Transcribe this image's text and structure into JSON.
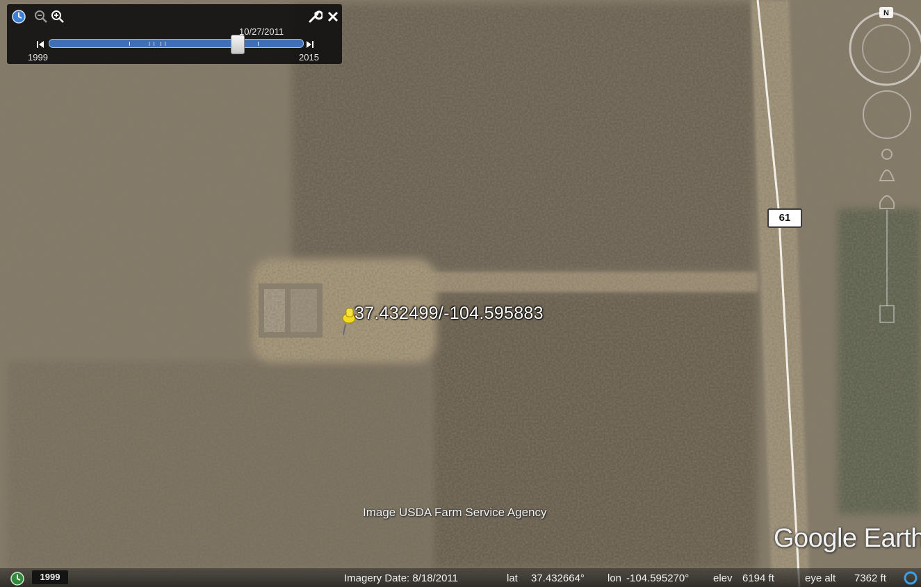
{
  "time_slider": {
    "current_date": "10/27/2011",
    "start_year": "1999",
    "end_year": "2015",
    "position": 0.74
  },
  "map": {
    "route_label": "61",
    "placemark_label": "37.432499/-104.595883",
    "attribution": "Image USDA Farm Service Agency",
    "watermark": "Google Earth"
  },
  "navigation": {
    "north_label": "N"
  },
  "status_bar": {
    "year_badge": "1999",
    "imagery_date": "Imagery Date: 8/18/2011",
    "lat_label": "lat",
    "lat_value": "37.432664°",
    "lon_label": "lon",
    "lon_value": "-104.595270°",
    "elev_label": "elev",
    "elev_value": "6194 ft",
    "eye_alt_label": "eye alt",
    "eye_alt_value": "7362 ft"
  },
  "colors": {
    "slider_blue": "#3f6fb6",
    "pin_yellow": "#f4dc1c",
    "globe_blue": "#3aa0e8"
  }
}
